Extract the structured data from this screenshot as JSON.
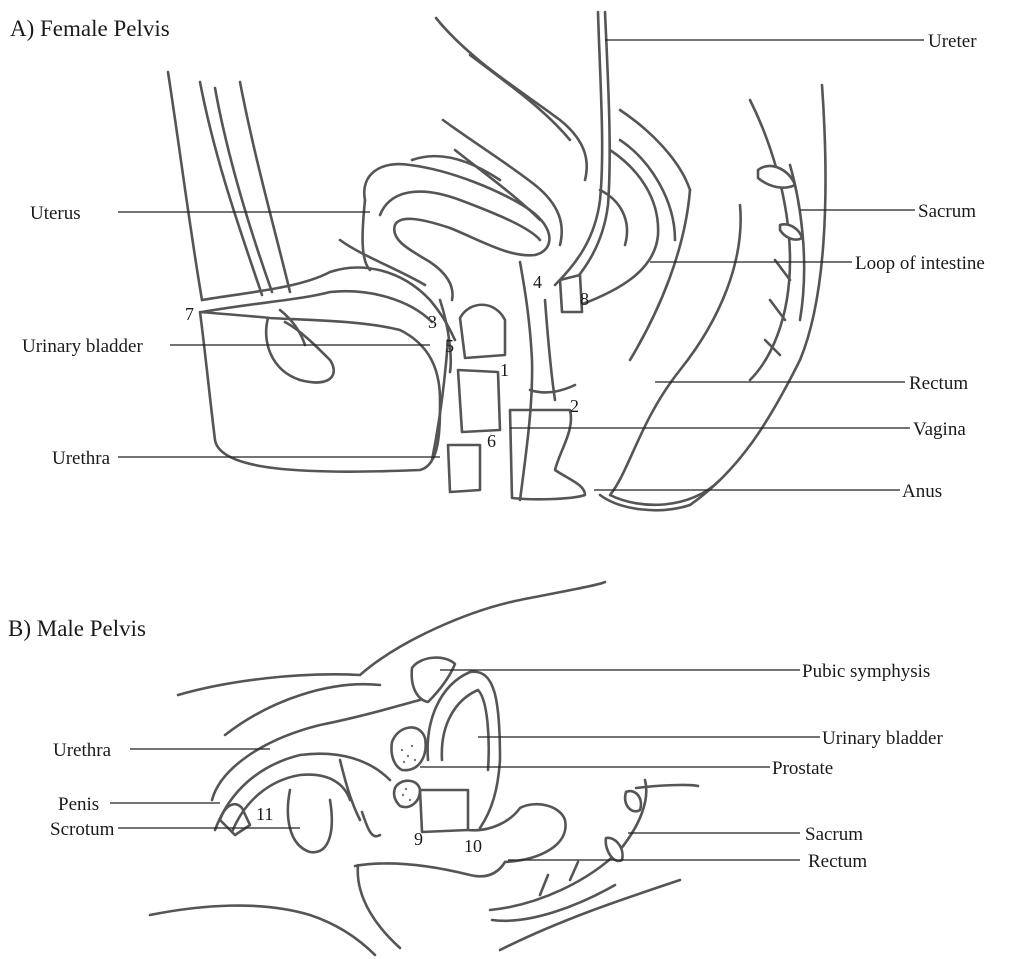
{
  "panel_a": {
    "title": "A) Female Pelvis",
    "labels": {
      "ureter": "Ureter",
      "uterus": "Uterus",
      "sacrum": "Sacrum",
      "loop_of_intestine": "Loop of intestine",
      "urinary_bladder": "Urinary bladder",
      "rectum": "Rectum",
      "vagina": "Vagina",
      "urethra": "Urethra",
      "anus": "Anus"
    },
    "numbers": [
      "1",
      "2",
      "3",
      "4",
      "5",
      "6",
      "7",
      "8"
    ]
  },
  "panel_b": {
    "title": "B) Male Pelvis",
    "labels": {
      "pubic_symphysis": "Pubic symphysis",
      "urethra": "Urethra",
      "urinary_bladder": "Urinary bladder",
      "prostate": "Prostate",
      "penis": "Penis",
      "scrotum": "Scrotum",
      "sacrum": "Sacrum",
      "rectum": "Rectum"
    },
    "numbers": [
      "9",
      "10",
      "11"
    ]
  },
  "colors": {
    "outline": "#555555",
    "text": "#1a1a1a",
    "background": "#ffffff"
  }
}
